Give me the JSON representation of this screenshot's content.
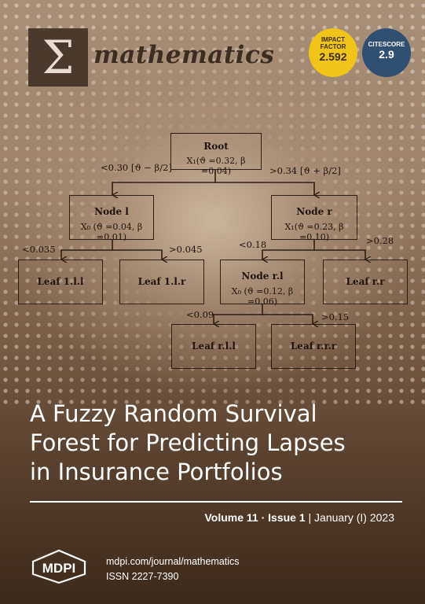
{
  "journal": {
    "logo_symbol": "Σ",
    "name": "mathematics"
  },
  "badges": {
    "impact_factor_label_1": "IMPACT",
    "impact_factor_label_2": "FACTOR",
    "impact_factor_value": "2.592",
    "citescore_label": "CITESCORE",
    "citescore_value": "2.9",
    "impact_color": "#f0c419",
    "citescore_color": "#2f4f73"
  },
  "tree": {
    "root": {
      "name": "Root",
      "params": "X₁(ϑ =0.32, β =0.04)"
    },
    "node_l": {
      "name": "Node l",
      "params": "X₀ (ϑ =0.04, β =0.01)"
    },
    "node_r": {
      "name": "Node r",
      "params": "X₁(ϑ =0.23, β =0.10)"
    },
    "node_rl": {
      "name": "Node r.l",
      "params": "X₀ (ϑ =0.12, β =0.06)"
    },
    "leaf_1ll": "Leaf 1.l.l",
    "leaf_1lr": "Leaf 1.l.r",
    "leaf_rr": "Leaf r.r",
    "leaf_rll": "Leaf r.l.l",
    "leaf_rrr": "Leaf r.r.r",
    "edges": {
      "root_left": "<0.30  [ϑ − β/2]",
      "root_right": ">0.34  [ϑ + β/2]",
      "l_left": "<0.035",
      "l_right": ">0.045",
      "r_left": "<0.18",
      "r_right": ">0.28",
      "rl_left": "<0.09",
      "rl_right": ">0.15"
    }
  },
  "article": {
    "title_line_1": "A Fuzzy Random Survival",
    "title_line_2": "Forest for Predicting Lapses",
    "title_line_3": "in Insurance Portfolios"
  },
  "issue": {
    "volume": "Volume 11",
    "separator": " · ",
    "issue": "Issue 1",
    "date": " | January (I) 2023"
  },
  "publisher": {
    "name": "MDPI",
    "url": "mdpi.com/journal/mathematics",
    "issn": "ISSN 2227-7390"
  }
}
